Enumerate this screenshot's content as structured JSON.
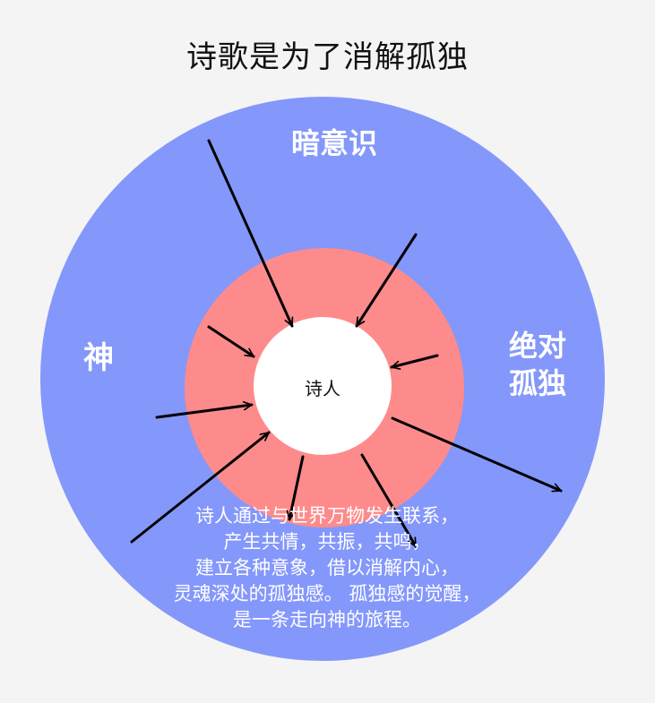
{
  "title": "诗歌是为了消解孤独",
  "labels": {
    "top": "暗意识",
    "left": "神",
    "right_line1": "绝对",
    "right_line2": "孤独",
    "center": "诗人"
  },
  "description": [
    "诗人通过与世界万物发生联系，",
    "产生共情，共振，共鸣，",
    "建立各种意象，借以消解内心，",
    "灵魂深处的孤独感。 孤独感的觉醒，",
    "是一条走向神的旅程。"
  ],
  "colors": {
    "background": "#f4f4f5",
    "outer_circle": "#8497fb",
    "middle_circle": "#fe8b8b",
    "inner_circle": "#ffffff",
    "arrow": "#000000"
  }
}
